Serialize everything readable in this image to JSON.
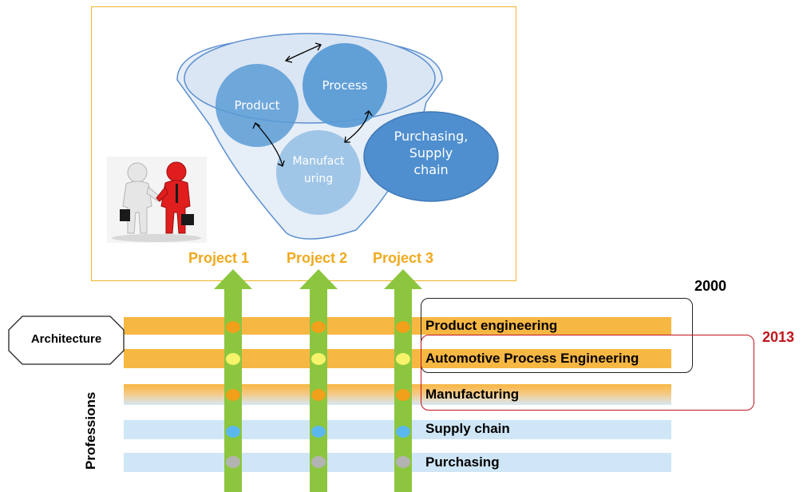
{
  "funnel": {
    "product": "Product",
    "process": "Process",
    "manufacturing_line1": "Manufact",
    "manufacturing_line2": "uring",
    "purchasing_line1": "Purchasing,",
    "purchasing_line2": "Supply",
    "purchasing_line3": "chain"
  },
  "projects": [
    "Project 1",
    "Project 2",
    "Project 3"
  ],
  "architecture": "Architecture",
  "professions": "Professions",
  "bands": [
    {
      "label": "Product engineering",
      "dot_color": "#f0a01a"
    },
    {
      "label": "Automotive Process Engineering",
      "dot_color": "#f7f36a"
    },
    {
      "label": "Manufacturing",
      "dot_color": "#f0a01a"
    },
    {
      "label": "Supply chain",
      "dot_color": "#5bb8ee"
    },
    {
      "label": "Purchasing",
      "dot_color": "#b3b3b3"
    }
  ],
  "years": {
    "y2000": "2000",
    "y2013": "2013"
  },
  "colors": {
    "orange_band": "#f7b743",
    "blue_band": "#cfe6f6",
    "arrow_green": "#8cc63f",
    "project_text": "#f0a91d",
    "year_2013": "#c0141c",
    "circle_blue": "#5b9bd5"
  }
}
